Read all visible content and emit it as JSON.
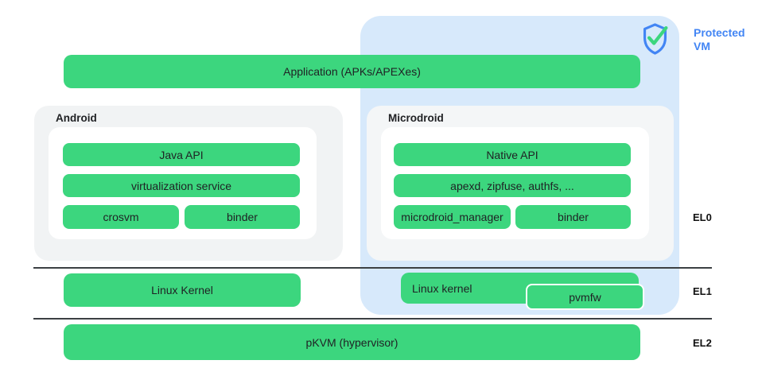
{
  "diagram": {
    "protected_vm": {
      "label_lines": [
        "Protected",
        "VM"
      ],
      "icon": "shield-check"
    },
    "application_bar": "Application (APKs/APEXes)",
    "android": {
      "title": "Android",
      "bar1": "Java API",
      "bar2": "virtualization service",
      "bar3a": "crosvm",
      "bar3b": "binder"
    },
    "microdroid": {
      "title": "Microdroid",
      "bar1": "Native API",
      "bar2": "apexd, zipfuse, authfs, ...",
      "bar3a": "microdroid_manager",
      "bar3b": "binder"
    },
    "el1_row": {
      "host_kernel": "Linux Kernel",
      "guest_kernel": "Linux kernel",
      "firmware": "pvmfw"
    },
    "el2_row": {
      "hypervisor": "pKVM (hypervisor)"
    },
    "exception_levels": [
      "EL0",
      "EL1",
      "EL2"
    ],
    "colors": {
      "green": "#3cd67e",
      "protected_vm_bg": "#d7e9fb",
      "accent_blue": "#4285f4",
      "android_box_bg": "#f1f3f4",
      "microdroid_box_bg": "#f4f6f7"
    }
  }
}
